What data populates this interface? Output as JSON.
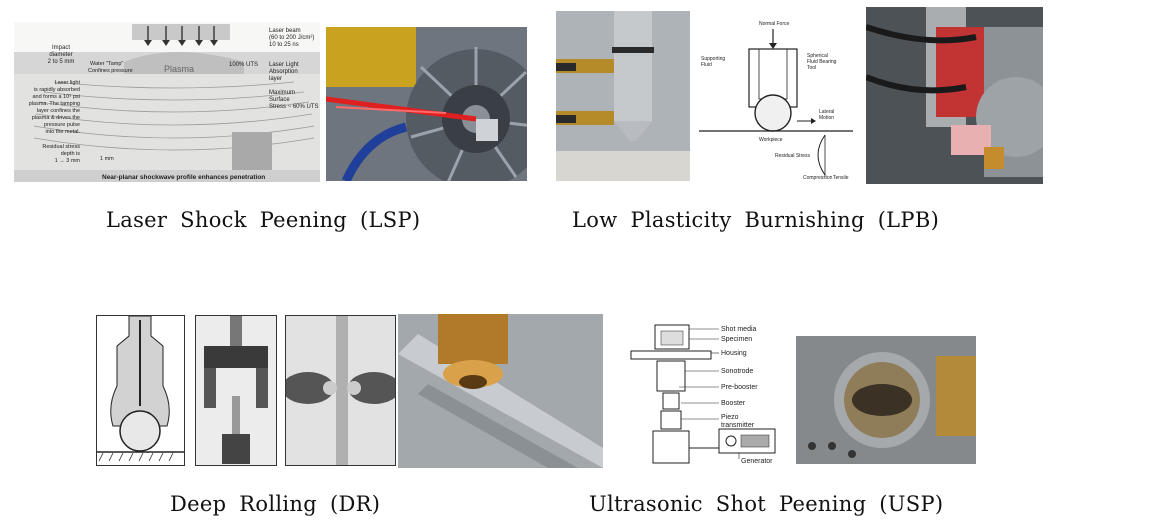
{
  "captions": {
    "lsp": "Laser Shock Peening (LSP)",
    "lpb": "Low Plasticity Burnishing (LPB)",
    "dr": "Deep Rolling (DR)",
    "usp": "Ultrasonic Shot Peening (USP)"
  },
  "lsp_diagram": {
    "impact": [
      "Impact",
      "diameter",
      "2 to 5 mm"
    ],
    "laser_beam": [
      "Laser beam",
      "(60 to 200 J/cm²)",
      "10 to 25 ns"
    ],
    "water_tamp": [
      "Water \"Tamp\"",
      "Confines pressure"
    ],
    "plasma": "Plasma",
    "uts": "100% UTS",
    "absorption": [
      "Laser Light",
      "Absorption",
      "layer"
    ],
    "laser_light": [
      "Laser light",
      "is rapidly absorbed",
      "and forms a 10⁵ psi",
      "plasma. The tamping",
      "layer confines the",
      "plasma & drives the",
      "pressure pulse",
      "into the metal."
    ],
    "max_stress": [
      "Maximum",
      "Surface",
      "Stress ~ 60% UTS"
    ],
    "residual": [
      "Residual stress",
      "depth is",
      "1 → 3 mm"
    ],
    "scale": "1 mm",
    "footer": "Near-planar shockwave profile enhances penetration"
  },
  "lpb_diagram": {
    "normal_force": "Normal Force",
    "supporting_fluid": [
      "Supporting",
      "Fluid"
    ],
    "spherical_tool": [
      "Spherical",
      "Fluid Bearing",
      "Tool"
    ],
    "lateral_motion": [
      "Lateral",
      "Motion"
    ],
    "workpiece": "Workpiece",
    "residual_stress": "Residual Stress",
    "compression": "Compression",
    "tensile": "Tensile"
  },
  "usp_diagram": {
    "labels": [
      "Shot media",
      "Specimen",
      "Housing",
      "Sonotrode",
      "Pre-booster",
      "Booster",
      "Piezo",
      "transmitter",
      "Generator"
    ]
  }
}
